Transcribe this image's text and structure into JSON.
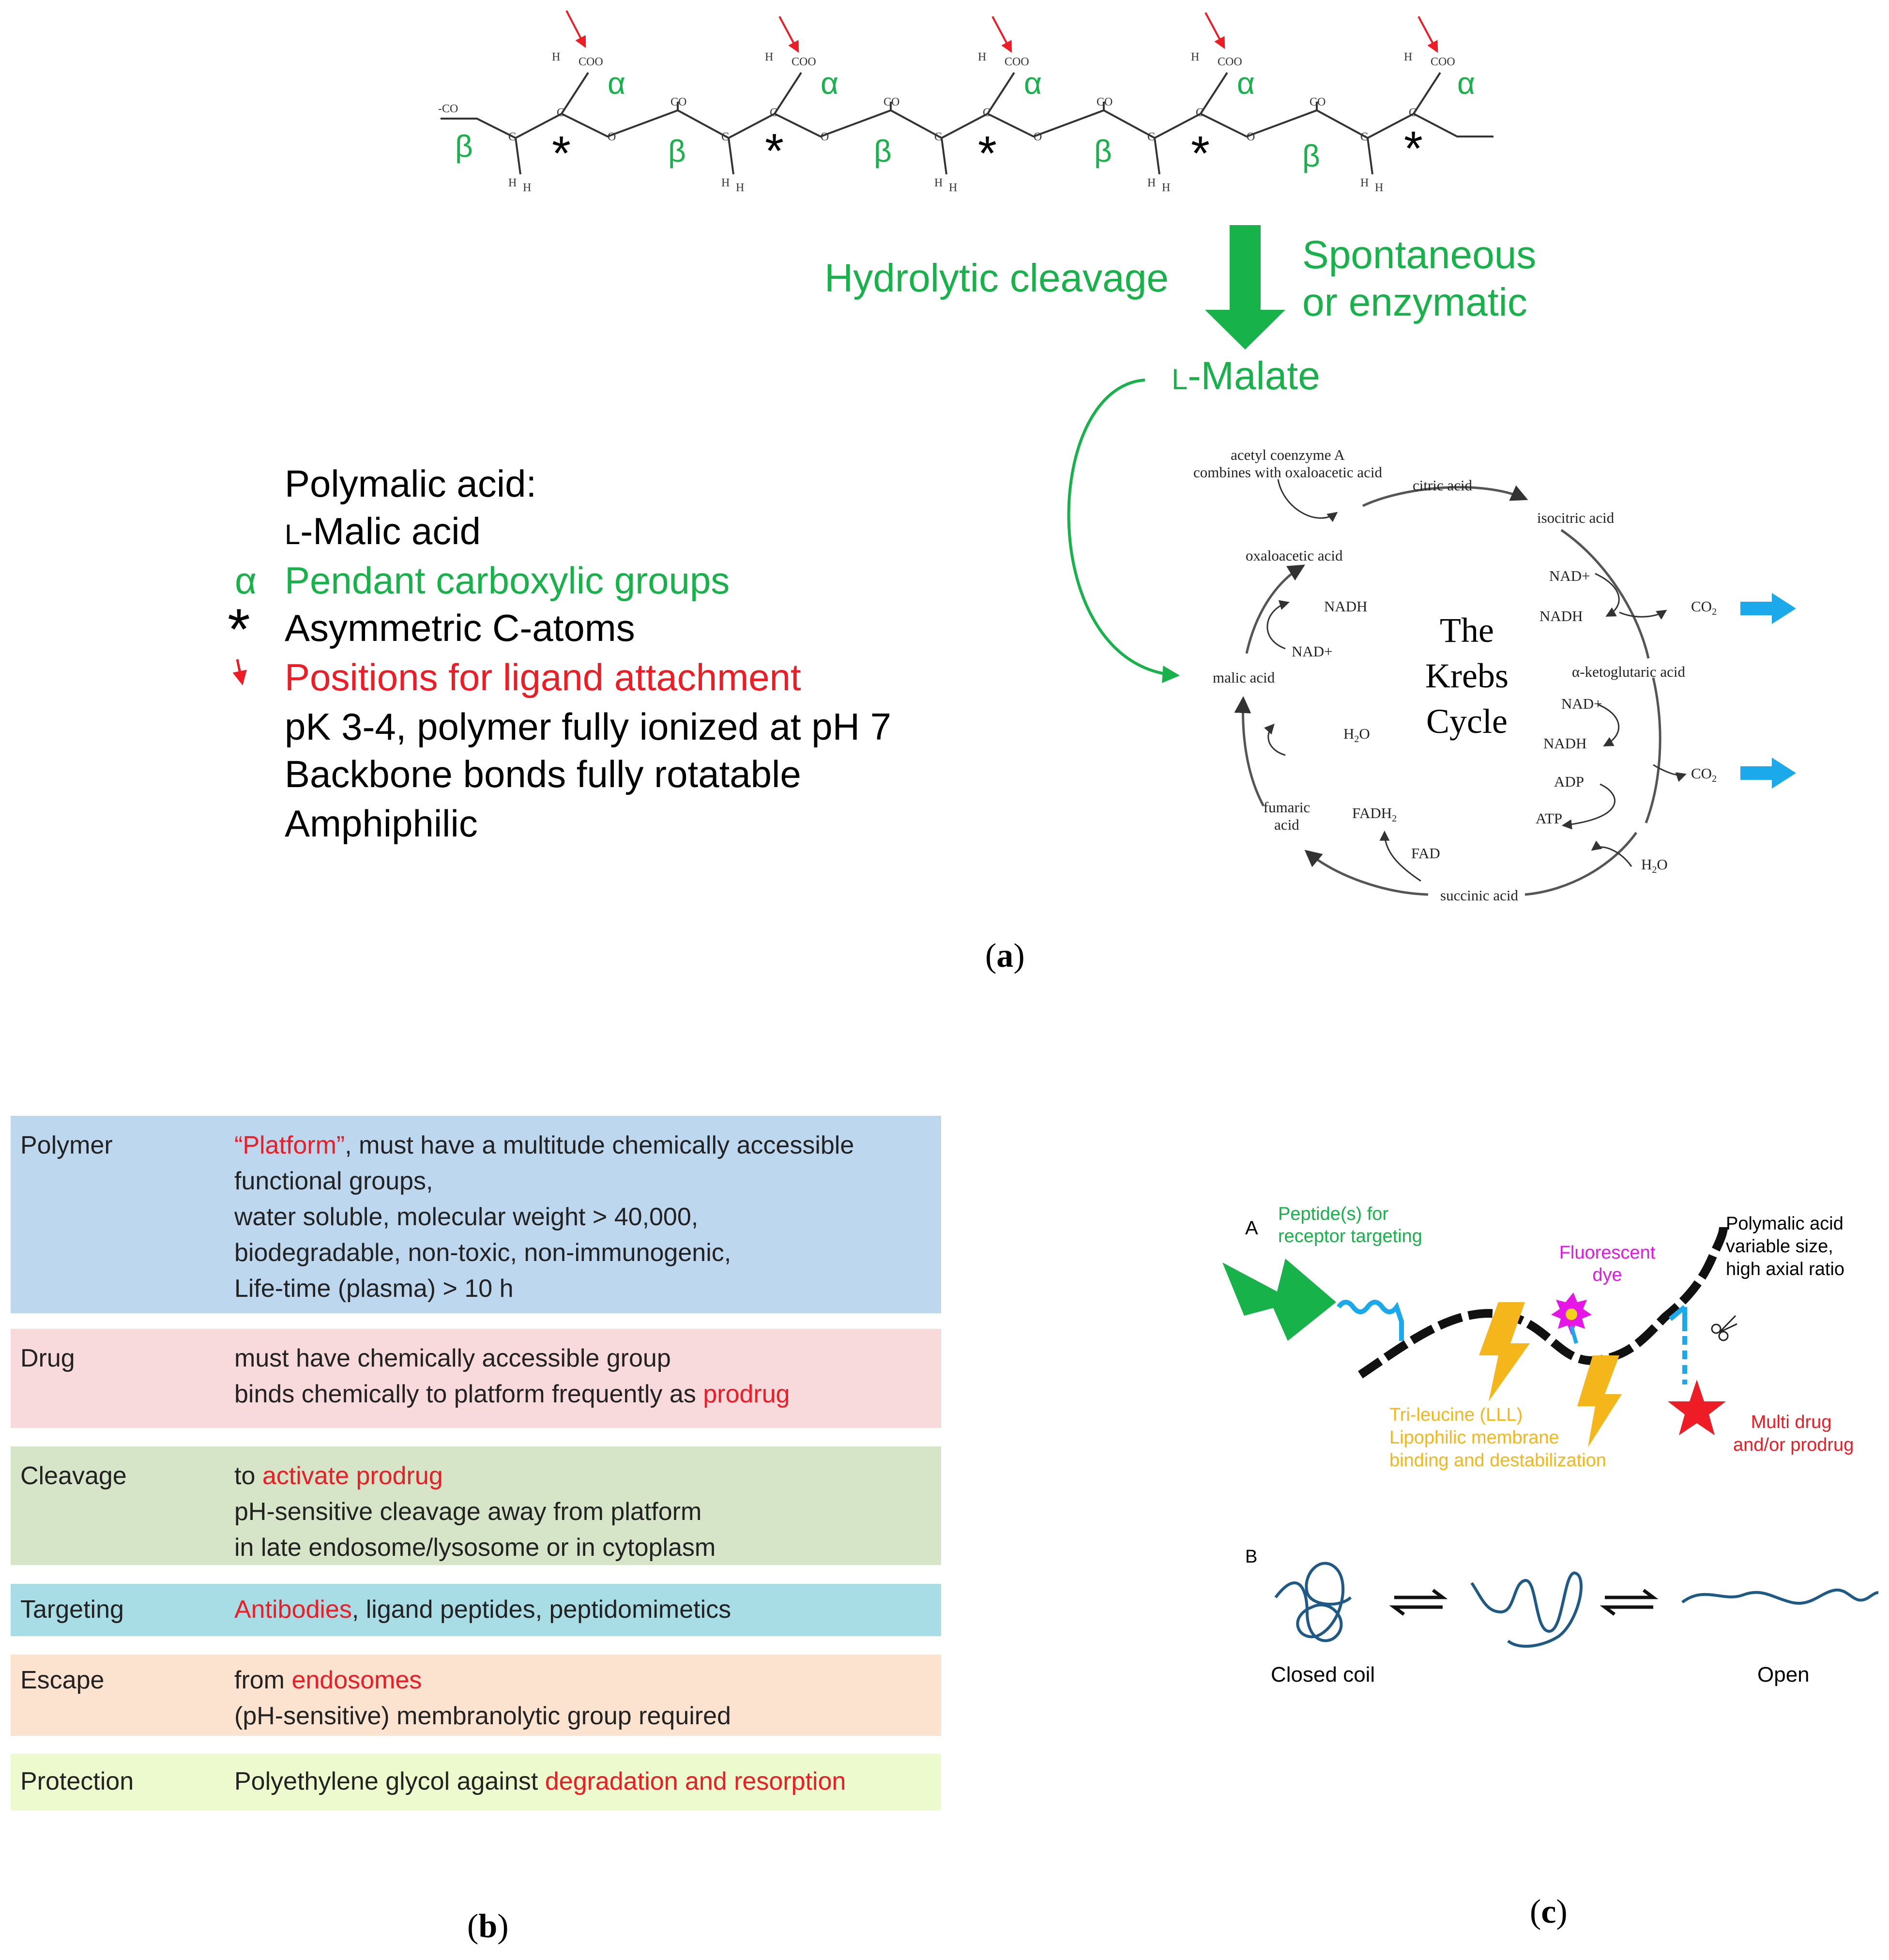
{
  "panel_a": {
    "label": "a",
    "greek_alpha": "α",
    "greek_beta": "β",
    "asterisk": "*",
    "hydrolytic": "Hydrolytic cleavage",
    "spontaneous_l1": "Spontaneous",
    "spontaneous_l2": "or enzymatic",
    "malate_prefix": "L",
    "malate_rest": "-Malate",
    "legend": {
      "title": "Polymalic acid:",
      "malic_prefix": "L",
      "malic_rest": "-Malic acid",
      "pendant": "Pendant carboxylic groups",
      "asymmetric": "Asymmetric C-atoms",
      "positions": "Positions for ligand attachment",
      "pk": "pK 3-4, polymer fully ionized at pH 7",
      "backbone": "Backbone bonds fully rotatable",
      "amphiphilic": "Amphiphilic"
    },
    "krebs": {
      "title_l1": "The",
      "title_l2": "Krebs",
      "title_l3": "Cycle",
      "acetyl_l1": "acetyl coenzyme A",
      "acetyl_l2": "combines with oxaloacetic acid",
      "citric": "citric acid",
      "isocitric": "isocitric acid",
      "oxaloacetic": "oxaloacetic acid",
      "nadh": "NADH",
      "nad": "NAD+",
      "co2": "CO",
      "co2_sub": "2",
      "ketoglutaric": "α-ketoglutaric acid",
      "malic": "malic acid",
      "h2o": "H",
      "h2o_sub": "2",
      "h2o_o": "O",
      "adp": "ADP",
      "atp": "ATP",
      "fumaric_l1": "fumaric",
      "fumaric_l2": "acid",
      "fadh": "FADH",
      "fadh_sub": "2",
      "fad": "FAD",
      "succinic": "succinic acid"
    }
  },
  "panel_b": {
    "label": "b",
    "rows": [
      {
        "category": "Polymer",
        "bg": "#bdd7ee",
        "red_prefix": "“Platform”",
        "line1_rest": ", must have a multitude chemically accessible",
        "lines": [
          "functional groups,",
          "water soluble, molecular weight > 40,000,",
          "biodegradable, non-toxic, non-immunogenic,",
          "Life-time (plasma) > 10 h"
        ]
      },
      {
        "category": "Drug",
        "bg": "#f8d9dc",
        "line1": "must have chemically accessible group",
        "line2_pre": "binds chemically to platform frequently as ",
        "line2_red": "prodrug"
      },
      {
        "category": "Cleavage",
        "bg": "#d6e5c7",
        "line1_pre": "to ",
        "line1_red": "activate prodrug",
        "line2": "pH-sensitive cleavage away from platform",
        "line3": "in late endosome/lysosome or in cytoplasm"
      },
      {
        "category": "Targeting",
        "bg": "#a9dde6",
        "line1_red": "Antibodies",
        "line1_rest": ", ligand peptides, peptidomimetics"
      },
      {
        "category": "Escape",
        "bg": "#fbe3cf",
        "line1_pre": "from ",
        "line1_red": "endosomes",
        "line2": "(pH-sensitive) membranolytic group required"
      },
      {
        "category": "Protection",
        "bg": "#edfacd",
        "line1_pre": "Polyethylene glycol against ",
        "line1_red": "degradation and resorption"
      }
    ]
  },
  "panel_c": {
    "label": "c",
    "A": "A",
    "B": "B",
    "peptide_l1": "Peptide(s) for",
    "peptide_l2": "receptor targeting",
    "fluor_l1": "Fluorescent",
    "fluor_l2": "dye",
    "poly_l1": "Polymalic acid",
    "poly_l2": "variable size,",
    "poly_l3": "high axial ratio",
    "trileu_l1": "Tri-leucine (LLL)",
    "trileu_l2": "Lipophilic membrane",
    "trileu_l3": "binding and destabilization",
    "multi_l1": "Multi drug",
    "multi_l2": "and/or prodrug",
    "closed": "Closed coil",
    "open": "Open"
  },
  "colors": {
    "green": "#18b24a",
    "red": "#ee1c25",
    "blue_arrow": "#1ca9ec",
    "coil": "#1f5a86",
    "orange": "#f4b61a"
  }
}
